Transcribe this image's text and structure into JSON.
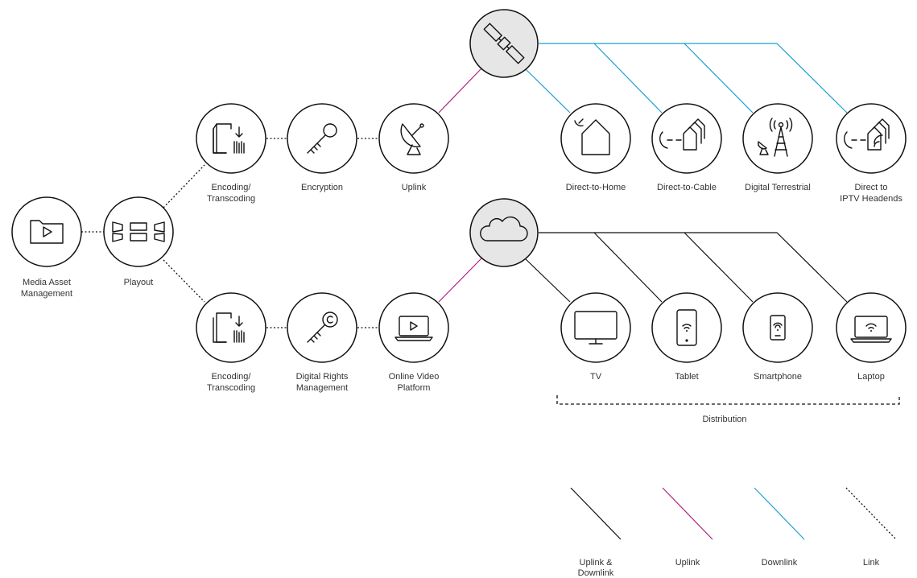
{
  "nodes": {
    "media_asset": "Media Asset Management",
    "playout": "Playout",
    "encoding_top": "Encoding/ Transcoding",
    "encryption": "Encryption",
    "uplink": "Uplink",
    "encoding_bottom": "Encoding/ Transcoding",
    "drm": "Digital Rights Management",
    "ovp": "Online Video Platform",
    "dth": "Direct-to-Home",
    "dtc": "Direct-to-Cable",
    "terrestrial": "Digital Terrestrial",
    "iptv": "Direct to IPTV Headends",
    "tv": "TV",
    "tablet": "Tablet",
    "smartphone": "Smartphone",
    "laptop": "Laptop"
  },
  "distribution_label": "Distribution",
  "legend": [
    {
      "label": "Uplink & Downlink",
      "style": "solid",
      "color": "#111111"
    },
    {
      "label": "Uplink",
      "style": "solid",
      "color": "#b0207f"
    },
    {
      "label": "Downlink",
      "style": "solid",
      "color": "#1a9fd1"
    },
    {
      "label": "Link",
      "style": "dotted",
      "color": "#111111"
    }
  ],
  "colors": {
    "uplink": "#b0207f",
    "downlink": "#1a9fd1",
    "both": "#111111",
    "hub_fill": "#e6e6e6"
  }
}
